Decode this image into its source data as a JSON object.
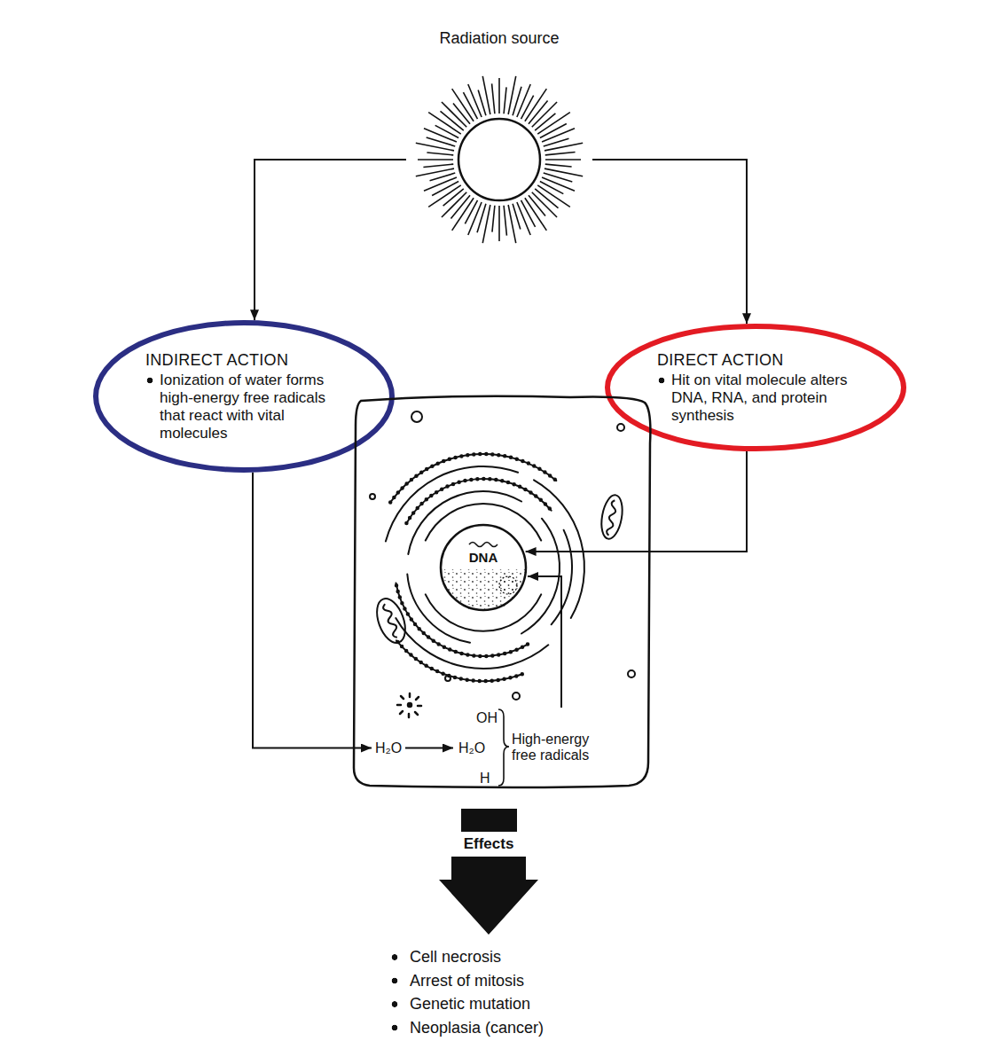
{
  "diagram": {
    "nodes": [
      {
        "text": [
          "Radiation source"
        ]
      },
      {
        "text": [
          "INDIRECT ACTION",
          "Ionization of water forms high-energy free radicals that react with vital molecules"
        ]
      },
      {
        "text": [
          "DIRECT ACTION",
          "Hit on vital molecule alters DNA, RNA, and protein synthesis"
        ]
      },
      {
        "text": []
      },
      {
        "text": [
          "DNA"
        ],
        "in": 3
      },
      {
        "text": [
          "H₂O"
        ],
        "in": 3
      },
      {
        "text": [
          "OH",
          "H₂O",
          "H",
          "High-energy free radicals"
        ],
        "in": 3
      },
      {
        "text": [
          "Effects"
        ]
      }
    ],
    "edges": [
      {
        "from": 0,
        "to": 1,
        "arrow": "to"
      },
      {
        "from": 0,
        "to": 2,
        "arrow": "to"
      },
      {
        "from": 1,
        "to": 5,
        "arrow": "to"
      },
      {
        "from": 2,
        "to": 4,
        "arrow": "to"
      },
      {
        "from": 5,
        "to": 6,
        "arrow": "to"
      },
      {
        "from": 6,
        "to": 4,
        "arrow": "to"
      }
    ],
    "labels": [
      "Cell necrosis",
      "Arrest of mitosis",
      "Genetic mutation",
      "Neoplasia (cancer)"
    ]
  }
}
